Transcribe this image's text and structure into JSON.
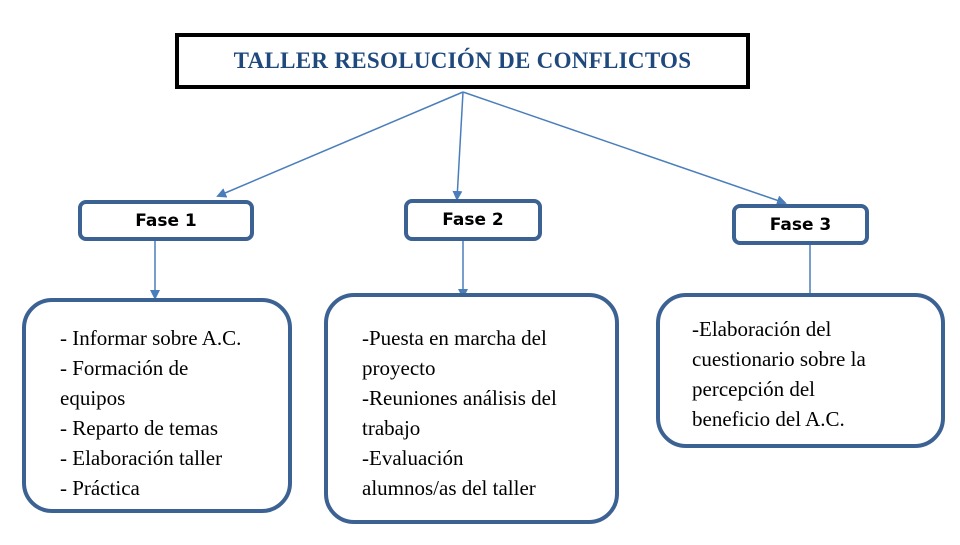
{
  "diagram": {
    "title": "TALLER RESOLUCIÓN DE CONFLICTOS",
    "colors": {
      "title_text": "#1f497d",
      "box_border": "#3c6294",
      "arrow": "#4a7ebb",
      "title_border": "#000000"
    },
    "phases": [
      {
        "label": "Fase 1",
        "items": [
          "- Informar sobre A.C.",
          "- Formación de",
          "equipos",
          "- Reparto de temas",
          "- Elaboración taller",
          "- Práctica"
        ]
      },
      {
        "label": "Fase 2",
        "items": [
          "-Puesta en marcha del",
          "proyecto",
          "-Reuniones análisis del",
          "trabajo",
          "-Evaluación",
          "alumnos/as del taller"
        ]
      },
      {
        "label": "Fase 3",
        "items": [
          "-Elaboración del",
          "cuestionario sobre la",
          "percepción del",
          "beneficio del A.C."
        ]
      }
    ]
  }
}
